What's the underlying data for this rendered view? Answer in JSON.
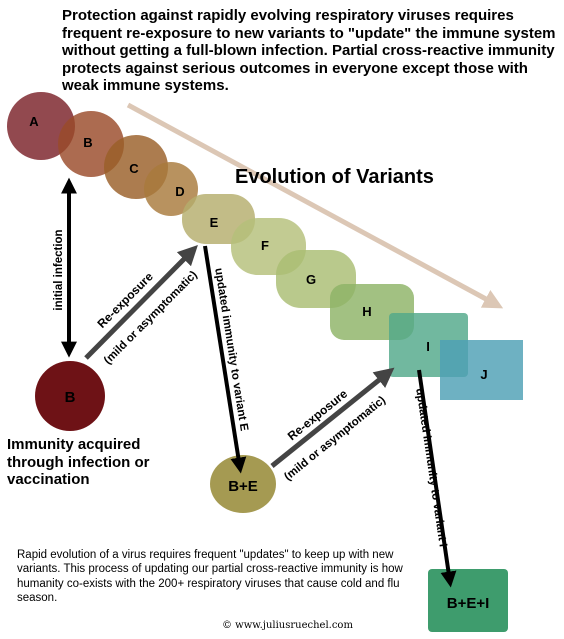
{
  "intro_text": "Protection against rapidly evolving respiratory viruses requires frequent re-exposure to new variants to \"update\" the immune system without getting a full-blown infection. Partial cross-reactive immunity protects against serious outcomes in everyone except those with weak immune systems.",
  "title": "Evolution of Variants",
  "variants": [
    {
      "label": "A",
      "color": "#7a2128"
    },
    {
      "label": "B",
      "color": "#9a4a2a"
    },
    {
      "label": "C",
      "color": "#9a5f28"
    },
    {
      "label": "D",
      "color": "#a87a3c"
    },
    {
      "label": "E",
      "color": "#b5ad6d"
    },
    {
      "label": "F",
      "color": "#b5c07a"
    },
    {
      "label": "G",
      "color": "#aabd73"
    },
    {
      "label": "H",
      "color": "#8db366"
    },
    {
      "label": "I",
      "color": "#52a88a"
    },
    {
      "label": "J",
      "color": "#4ea0b4"
    }
  ],
  "immunity_nodes": [
    {
      "label": "B",
      "color": "#6e1216"
    },
    {
      "label": "B+E",
      "color": "#a59a52"
    },
    {
      "label": "B+E+I",
      "color": "#3e9c6d"
    }
  ],
  "arrow_labels": {
    "initial_infection": "initial infection",
    "reexposure_1_line1": "Re-exposure",
    "reexposure_1_line2": "(mild or asymptomatic)",
    "updated_e": "updated immunity to variant E",
    "reexposure_2_line1": "Re-exposure",
    "reexposure_2_line2": "(mild or asymptomatic)",
    "updated_i": "updated immunity to variant I"
  },
  "immunity_caption": "Immunity acquired through infection or vaccination",
  "footer_text": "Rapid evolution of a virus requires frequent \"updates\" to keep up with new variants. This process of updating our partial cross-reactive immunity is how humanity co-exists with the 200+ respiratory viruses that cause cold and flu season.",
  "credit": "© www.juliusruechel.com",
  "colors": {
    "trend_arrow": "#dcc7b5",
    "arrow": "#000000",
    "reexposure_arrow": "#444444"
  }
}
